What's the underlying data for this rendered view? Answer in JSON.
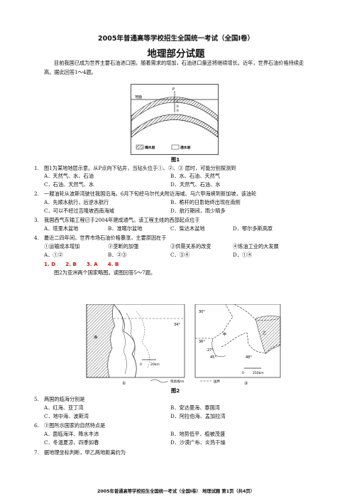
{
  "header": {
    "exam_title": "2005年普通高等学校招生全国统一考试（全国Ⅰ卷）",
    "subject_title": "地理部分试题"
  },
  "intro": "目前我国已成为世界主要石油进口国，随着需求的增加，石油进口量还将继续增长。近年，世界石油价格持续走高。据此回答1～4题。",
  "figure1": {
    "caption": "图1",
    "labels": {
      "surface": "地面",
      "point_p": "P",
      "c1": "①",
      "c2": "②",
      "c3": "③",
      "legend_a": "隔水层",
      "legend_b": "透水层"
    }
  },
  "questions_group1": [
    {
      "num": "1.",
      "stem": "图1为某地地层示意。从P点向下钻井，当钻头位于①、②、③ 层时，可能分别探测到",
      "options": [
        "A．天然气、水、石油",
        "B．水、石油、天然气",
        "C．石油、天然气、水",
        "D．天然气、石油、水"
      ]
    },
    {
      "num": "2.",
      "stem": "一艘油轮从波斯湾驶往我国沿海。6月下旬经马尔代夫附近海域、马六甲海峡到新加坡，该油轮",
      "options": [
        "A．先顺水航行，后逆水航行",
        "B．桅杆的日影始终出现在南侧",
        "C．可以不经过吉隆坡西南海域",
        "D．航行期间，雨少晴多"
      ]
    },
    {
      "num": "3.",
      "stem": "我国西气东输工程已于2004年建成通气。该工程主线的西部起点位于",
      "options": [
        "A．塔里木盆地",
        "B．准噶尔盆地",
        "C．柴达木盆地",
        "D．鄂尔多斯高原"
      ]
    },
    {
      "num": "4.",
      "stem": "最近二四年间，世界市场石油价格暴涨，主要原因在于",
      "sub": [
        "①运输成本增加",
        "②垄断的加强",
        "③供需关系的改变",
        "④炼油工业的大发展"
      ],
      "options": [
        "A．①②",
        "B．②③",
        "C．③④",
        "D．①④"
      ]
    }
  ],
  "answers": [
    "1. D",
    "2. B",
    "3. A",
    "4. B"
  ],
  "intro2": "图2为亚洲两个国家略图。读图回答5～7题。",
  "figure2": {
    "caption": "图2",
    "map1_label": "①",
    "map2_label": "②",
    "lat_34": "34°",
    "lat_36": "36°",
    "lat_30": "30°",
    "lat_27": "27°",
    "lon_45": "45°",
    "lon_48": "48°",
    "scale1": "20km",
    "scale1_zero": "0",
    "scale2": "250km",
    "scale2_zero": "0",
    "point_a": "甲",
    "point_b": "乙",
    "sea_label": "海",
    "legend_contour": "等高线/m",
    "legend_border": "国界"
  },
  "questions_group2": [
    {
      "num": "5.",
      "stem": "两国的临海分别是",
      "options": [
        "A．红海、亚丁湾",
        "B．安达曼海、泰国湾",
        "C．地中海、波斯湾",
        "D．阿拉伯海、孟加拉湾"
      ]
    },
    {
      "num": "6.",
      "stem": "②图所示国家的自然特点是",
      "options": [
        "A．面临海洋、降水丰沛",
        "B．地势低平、植被茂盛",
        "C．冬温夏凉、四季如春",
        "D．沙漠广布、炎热干燥"
      ]
    },
    {
      "num": "7.",
      "stem": "据地理坐标判断，甲乙两地距离约为"
    }
  ],
  "footer": "2005年普通高等学校招生全国统一考试（全国Ⅰ卷）   地理试题   第1页（共4页）"
}
